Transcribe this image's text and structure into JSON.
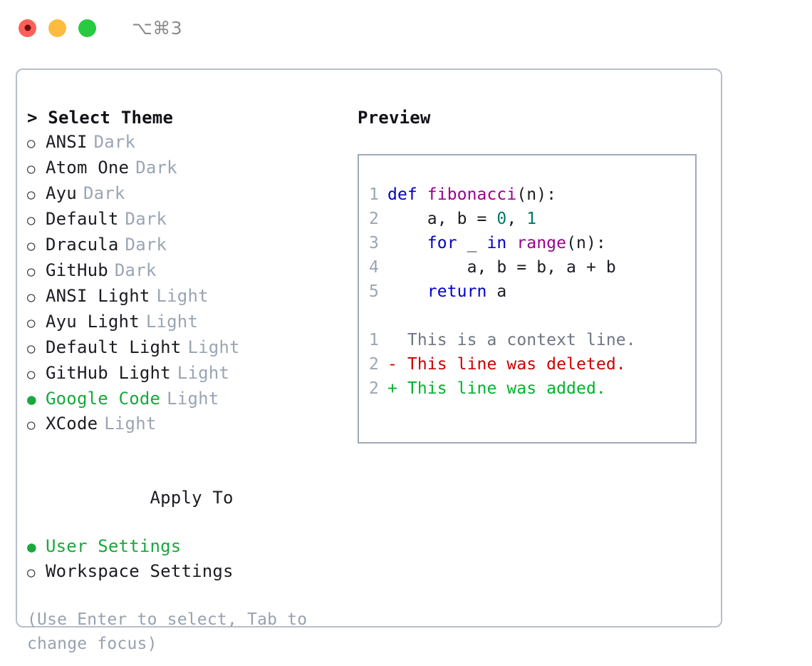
{
  "window": {
    "title": "⌥⌘3",
    "traffic_lights": [
      {
        "name": "close-button",
        "color": "#fc6058"
      },
      {
        "name": "minimize-button",
        "color": "#fdbc40"
      },
      {
        "name": "maximize-button",
        "color": "#27ca40"
      }
    ]
  },
  "theme_panel": {
    "heading": "> Select Theme",
    "heading_focused": true,
    "bullet_unselected": "○",
    "bullet_selected": "●",
    "selected_color": "#18a93c",
    "tag_color": "#9aa5b4",
    "items": [
      {
        "label": "ANSI",
        "tag": "Dark",
        "selected": false
      },
      {
        "label": "Atom One",
        "tag": "Dark",
        "selected": false
      },
      {
        "label": "Ayu",
        "tag": "Dark",
        "selected": false
      },
      {
        "label": "Default",
        "tag": "Dark",
        "selected": false
      },
      {
        "label": "Dracula",
        "tag": "Dark",
        "selected": false
      },
      {
        "label": "GitHub",
        "tag": "Dark",
        "selected": false
      },
      {
        "label": "ANSI Light",
        "tag": "Light",
        "selected": false
      },
      {
        "label": "Ayu Light",
        "tag": "Light",
        "selected": false
      },
      {
        "label": "Default Light",
        "tag": "Light",
        "selected": false
      },
      {
        "label": "GitHub Light",
        "tag": "Light",
        "selected": false
      },
      {
        "label": "Google Code",
        "tag": "Light",
        "selected": true
      },
      {
        "label": "XCode",
        "tag": "Light",
        "selected": false
      }
    ]
  },
  "apply_panel": {
    "heading": "Apply To",
    "items": [
      {
        "label": "User Settings",
        "selected": true
      },
      {
        "label": "Workspace Settings",
        "selected": false
      }
    ]
  },
  "hint": "(Use Enter to select, Tab to change focus)",
  "preview": {
    "title": "Preview",
    "code_lines": [
      {
        "num": "1",
        "tokens": [
          {
            "t": "def ",
            "c": "kw"
          },
          {
            "t": "fibonacci",
            "c": "fn"
          },
          {
            "t": "(n):",
            "c": "pl"
          }
        ]
      },
      {
        "num": "2",
        "tokens": [
          {
            "t": "    a, b = ",
            "c": "pl"
          },
          {
            "t": "0",
            "c": "num"
          },
          {
            "t": ", ",
            "c": "pl"
          },
          {
            "t": "1",
            "c": "num"
          }
        ]
      },
      {
        "num": "3",
        "tokens": [
          {
            "t": "    ",
            "c": "pl"
          },
          {
            "t": "for",
            "c": "kw"
          },
          {
            "t": " _ ",
            "c": "pl"
          },
          {
            "t": "in",
            "c": "kw"
          },
          {
            "t": " ",
            "c": "pl"
          },
          {
            "t": "range",
            "c": "fn"
          },
          {
            "t": "(n):",
            "c": "pl"
          }
        ]
      },
      {
        "num": "4",
        "tokens": [
          {
            "t": "        a, b = b, a + b",
            "c": "pl"
          }
        ]
      },
      {
        "num": "5",
        "tokens": [
          {
            "t": "    ",
            "c": "pl"
          },
          {
            "t": "return",
            "c": "kw"
          },
          {
            "t": " a",
            "c": "pl"
          }
        ]
      }
    ],
    "diff_lines": [
      {
        "num": "1",
        "text": "  This is a context line.",
        "kind": "ctx"
      },
      {
        "num": "2",
        "text": "- This line was deleted.",
        "kind": "del"
      },
      {
        "num": "2",
        "text": "+ This line was added.",
        "kind": "add"
      }
    ]
  },
  "colors": {
    "keyword": "#0000cc",
    "function": "#99008f",
    "number": "#00796b",
    "plain": "#1c1d22",
    "context": "#6f7682",
    "deleted": "#cc0000",
    "added": "#00b32c",
    "line_number": "#9aa5b4",
    "border": "#b7bfcc",
    "code_border": "#9fa9ba"
  }
}
